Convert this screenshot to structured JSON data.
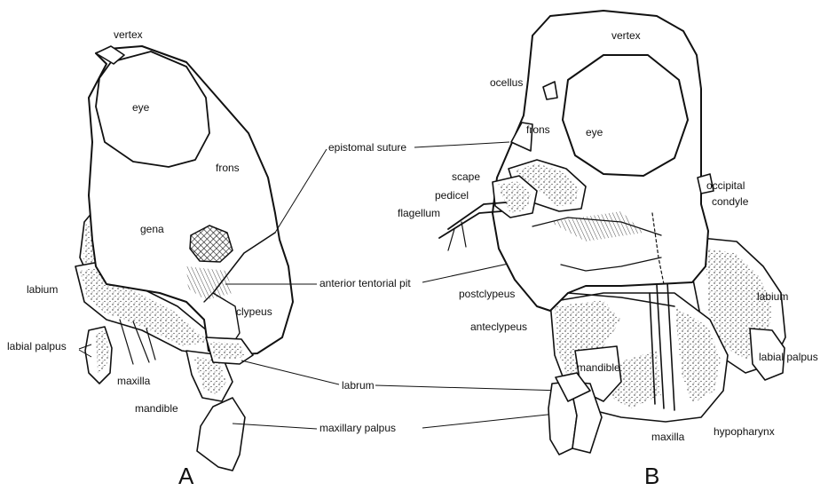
{
  "panels": {
    "a": {
      "caption": "A",
      "labels": {
        "vertex": "vertex",
        "eye": "eye",
        "frons": "frons",
        "gena": "gena",
        "clypeus": "clypeus",
        "labium": "labium",
        "labial_palpus": "labial palpus",
        "maxilla": "maxilla",
        "mandible": "mandible"
      }
    },
    "b": {
      "caption": "B",
      "labels": {
        "vertex": "vertex",
        "ocellus": "ocellus",
        "frons": "frons",
        "eye": "eye",
        "scape": "scape",
        "pedicel": "pedicel",
        "flagellum": "flagellum",
        "occipital_condyle_1": "occipital",
        "occipital_condyle_2": "condyle",
        "postclypeus": "postclypeus",
        "anteclypeus": "anteclypeus",
        "mandible": "mandible",
        "labium": "labium",
        "labial_palpus": "labial palpus",
        "maxilla": "maxilla",
        "hypopharynx": "hypopharynx"
      }
    }
  },
  "shared_labels": {
    "epistomal_suture": "epistomal suture",
    "anterior_tentorial_pit": "anterior tentorial pit",
    "labrum": "labrum",
    "maxillary_palpus": "maxillary palpus"
  }
}
